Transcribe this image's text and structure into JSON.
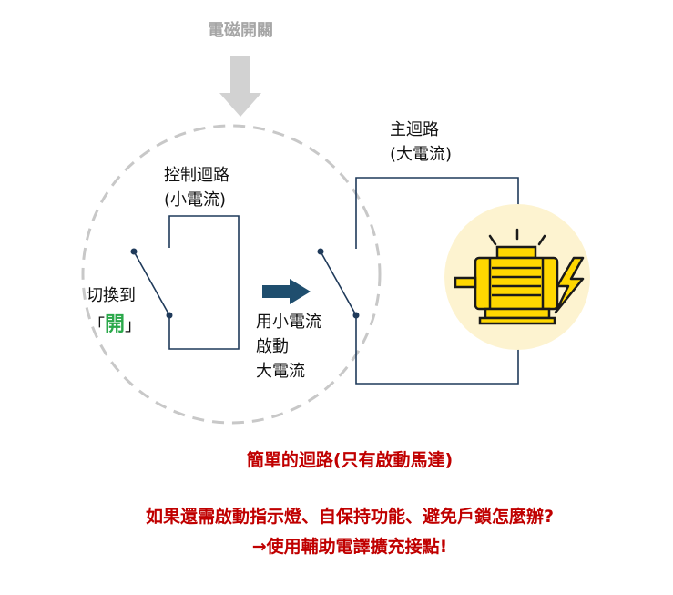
{
  "top_label": "電磁開關",
  "control_circuit": {
    "line1": "控制迴路",
    "line2": "(小電流)"
  },
  "main_circuit": {
    "line1": "主迴路",
    "line2": "(大電流)"
  },
  "switch_label": {
    "line1": "切換到",
    "open_bracket": "「",
    "state": "開",
    "close_bracket": "」"
  },
  "action_label": {
    "line1": "用小電流",
    "line2": "啟動",
    "line3": "大電流"
  },
  "caption": "簡單的迴路(只有啟動馬達)",
  "question": "如果還需啟動指示燈、自保持功能、避免戶鎖怎麼辦?",
  "answer": "→使用輔助電譯擴充接點!",
  "colors": {
    "wire": "#1f3a5a",
    "arrow_fill": "#1f4e6e",
    "dashed_circle": "#c8c8c8",
    "top_arrow": "#d2d2d2",
    "highlight_green": "#2aa84a",
    "caption_red": "#c00000",
    "motor_yellow": "#ffd700",
    "motor_bg": "#fdf3d0"
  },
  "icons": [
    "down-arrow-icon",
    "right-arrow-icon",
    "motor-icon",
    "lightning-icon"
  ]
}
